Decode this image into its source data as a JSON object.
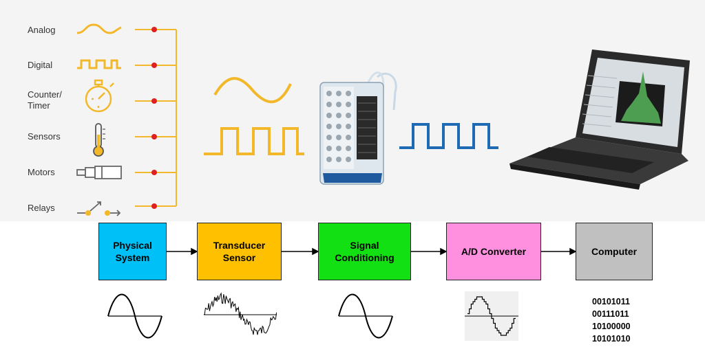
{
  "signals": [
    {
      "label": "Analog",
      "icon": "analog-wave-icon"
    },
    {
      "label": "Digital",
      "icon": "digital-pulse-icon"
    },
    {
      "label": "Counter/\nTimer",
      "icon": "stopwatch-icon"
    },
    {
      "label": "Sensors",
      "icon": "thermometer-icon"
    },
    {
      "label": "Motors",
      "icon": "motor-icon"
    },
    {
      "label": "Relays",
      "icon": "relay-switch-icon"
    }
  ],
  "pipeline": [
    {
      "label": "Physical\nSystem",
      "color": "#00c0f8"
    },
    {
      "label": "Transducer\nSensor",
      "color": "#ffc000"
    },
    {
      "label": "Signal\nConditioning",
      "color": "#12e012"
    },
    {
      "label": "A/D Converter",
      "color": "#ff90e0"
    },
    {
      "label": "Computer",
      "color": "#c0c0c0"
    }
  ],
  "binary_output": [
    "00101011",
    "00111011",
    "10100000",
    "10101010"
  ],
  "colors": {
    "signal_yellow": "#f2b829",
    "signal_blue": "#1f6ab4",
    "junction_red": "#e02020"
  }
}
